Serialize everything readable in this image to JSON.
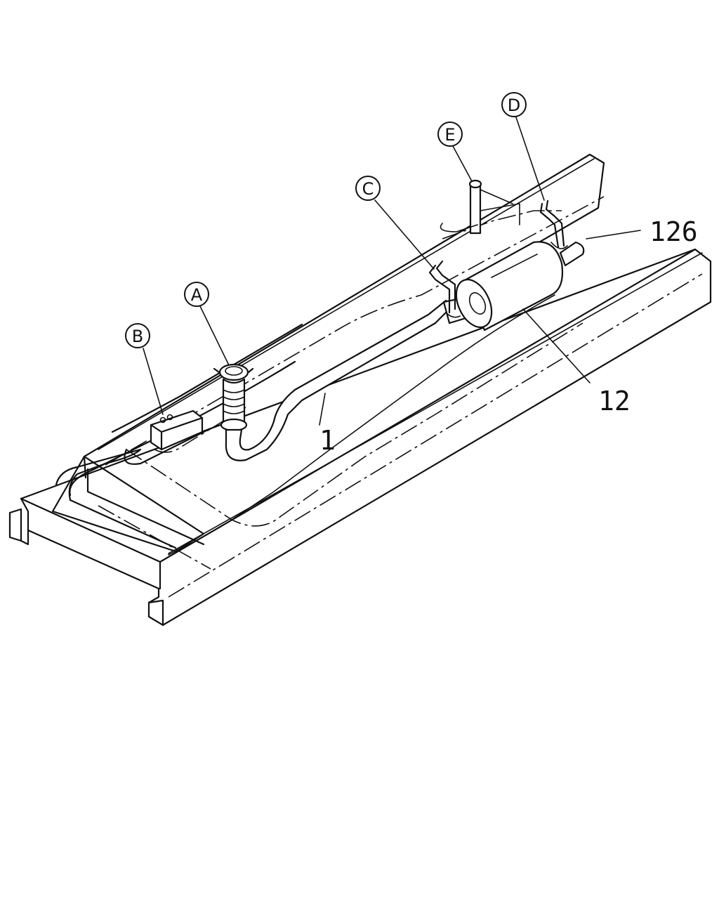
{
  "callouts": {
    "a": "A",
    "b": "B",
    "c": "C",
    "d": "D",
    "e": "E"
  },
  "part_numbers": {
    "exhaust_pipe": "1",
    "muffler": "12",
    "tail_pipe": "126"
  }
}
